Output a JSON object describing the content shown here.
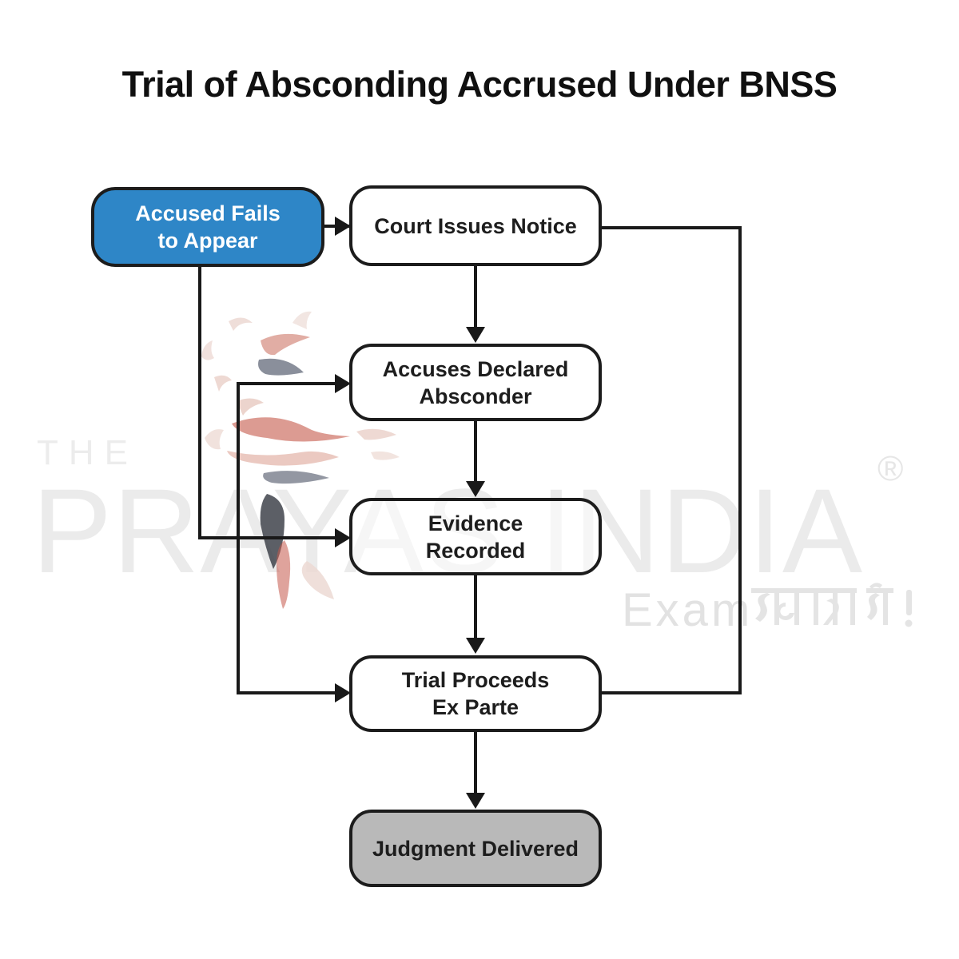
{
  "title": "Trial of Absconding Accrused Under BNSS",
  "flowchart": {
    "nodes": [
      {
        "id": "accused-fails",
        "label": "Accused Fails\nto Appear",
        "type": "start",
        "fill": "#2e86c7",
        "text_color": "#ffffff"
      },
      {
        "id": "court-notice",
        "label": "Court Issues Notice",
        "type": "process",
        "fill": "#ffffff"
      },
      {
        "id": "declared-absconder",
        "label": "Accuses Declared\nAbsconder",
        "type": "process",
        "fill": "#ffffff"
      },
      {
        "id": "evidence-recorded",
        "label": "Evidence\nRecorded",
        "type": "process",
        "fill": "#ffffff"
      },
      {
        "id": "trial-ex-parte",
        "label": "Trial Proceeds\nEx Parte",
        "type": "process",
        "fill": "#ffffff"
      },
      {
        "id": "judgment",
        "label": "Judgment Delivered",
        "type": "end",
        "fill": "#b9b9b9"
      }
    ],
    "edges": [
      {
        "from": "accused-fails",
        "to": "court-notice",
        "style": "arrow-right"
      },
      {
        "from": "court-notice",
        "to": "declared-absconder",
        "style": "arrow-down"
      },
      {
        "from": "declared-absconder",
        "to": "evidence-recorded",
        "style": "arrow-down"
      },
      {
        "from": "evidence-recorded",
        "to": "trial-ex-parte",
        "style": "arrow-down"
      },
      {
        "from": "trial-ex-parte",
        "to": "judgment",
        "style": "arrow-down"
      },
      {
        "from": "accused-fails",
        "to": "declared-absconder",
        "style": "elbow-left-branch"
      },
      {
        "from": "accused-fails",
        "to": "evidence-recorded",
        "style": "elbow-left"
      },
      {
        "from": "accused-fails",
        "to": "trial-ex-parte",
        "style": "elbow-left-branch"
      },
      {
        "from": "court-notice",
        "to": "trial-ex-parte",
        "style": "elbow-right"
      }
    ]
  },
  "watermark": {
    "the": "THE",
    "brand": "PRAYAS INDIA",
    "registered_mark": "®",
    "tagline_en": "Exam",
    "tagline_hi": "आसान है!"
  },
  "colors": {
    "accent_blue": "#2e86c7",
    "end_gray": "#b9b9b9",
    "line_black": "#191919",
    "watermark_gray": "#ebebeb",
    "logo_red": "#c4574a",
    "logo_slate": "#5c6270"
  }
}
